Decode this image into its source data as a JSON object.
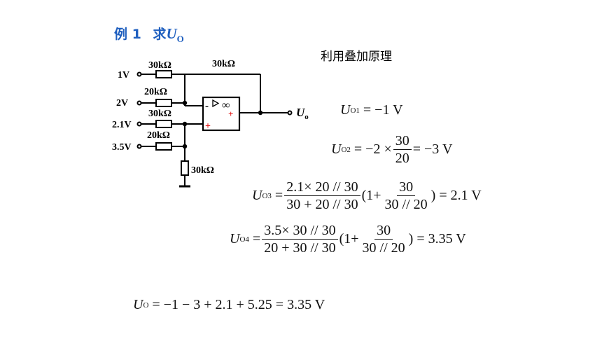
{
  "header": {
    "example_label": "例 1",
    "ask_label": "求",
    "var_main": "U",
    "var_sub": "O"
  },
  "note": "利用叠加原理",
  "circuit": {
    "inputs": [
      "1V",
      "2V",
      "2.1V",
      "3.5V"
    ],
    "resistors": [
      "30kΩ",
      "20kΩ",
      "30kΩ",
      "20kΩ",
      "30kΩ",
      "30kΩ"
    ],
    "opamp": {
      "inv": "-",
      "noninv": "+",
      "gain": "∞",
      "out": "+"
    },
    "output_main": "U",
    "output_sub": "o"
  },
  "equations": {
    "eq1": {
      "sub": "O1",
      "rhs": "= −1 V"
    },
    "eq2": {
      "sub": "O2",
      "pre": "= −2 ×",
      "num": "30",
      "den": "20",
      "post": "= −3 V"
    },
    "eq3": {
      "sub": "O3",
      "num1": "2.1× 20 // 30",
      "den1": "30 + 20 // 30",
      "mid": "(1+",
      "num2": "30",
      "den2": "30 // 20",
      "post": ") = 2.1 V"
    },
    "eq4": {
      "sub": "O4",
      "num1": "3.5× 30 // 30",
      "den1": "20 + 30 // 30",
      "mid": "(1+",
      "num2": "30",
      "den2": "30 // 20",
      "post": ") = 3.35 V"
    },
    "total": {
      "sub": "O",
      "rhs": "= −1 − 3 + 2.1 + 5.25 = 3.35 V"
    }
  }
}
